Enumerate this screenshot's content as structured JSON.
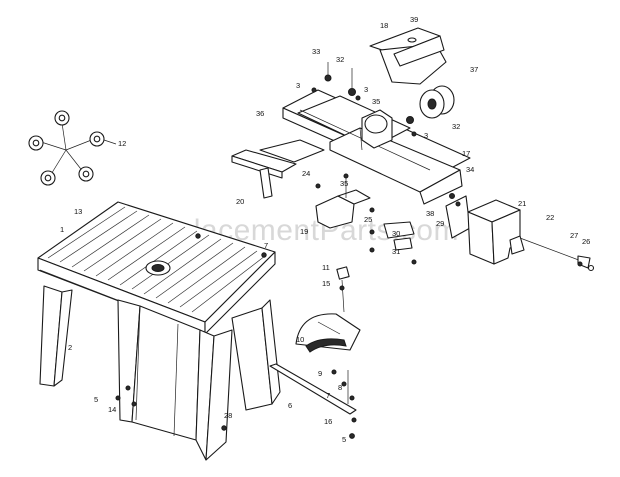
{
  "watermark": "eReplacementParts.com",
  "labels": {
    "l1": "1",
    "l2": "2",
    "l3a": "3",
    "l3b": "3",
    "l3c": "3",
    "l5": "5",
    "l5b": "5",
    "l6": "6",
    "l7": "7",
    "l8": "8",
    "l9": "9",
    "l10": "10",
    "l11": "11",
    "l12": "12",
    "l13": "13",
    "l14": "14",
    "l15": "15",
    "l16": "16",
    "l17": "17",
    "l18": "18",
    "l19": "19",
    "l20": "20",
    "l21": "21",
    "l22": "22",
    "l24": "24",
    "l25": "25",
    "l26": "26",
    "l27": "27",
    "l28": "28",
    "l29": "29",
    "l30": "30",
    "l31": "31",
    "l32a": "32",
    "l32b": "32",
    "l33": "33",
    "l34": "34",
    "l35a": "35",
    "l35b": "35",
    "l36": "36",
    "l37": "37",
    "l38": "38",
    "l39": "39"
  }
}
